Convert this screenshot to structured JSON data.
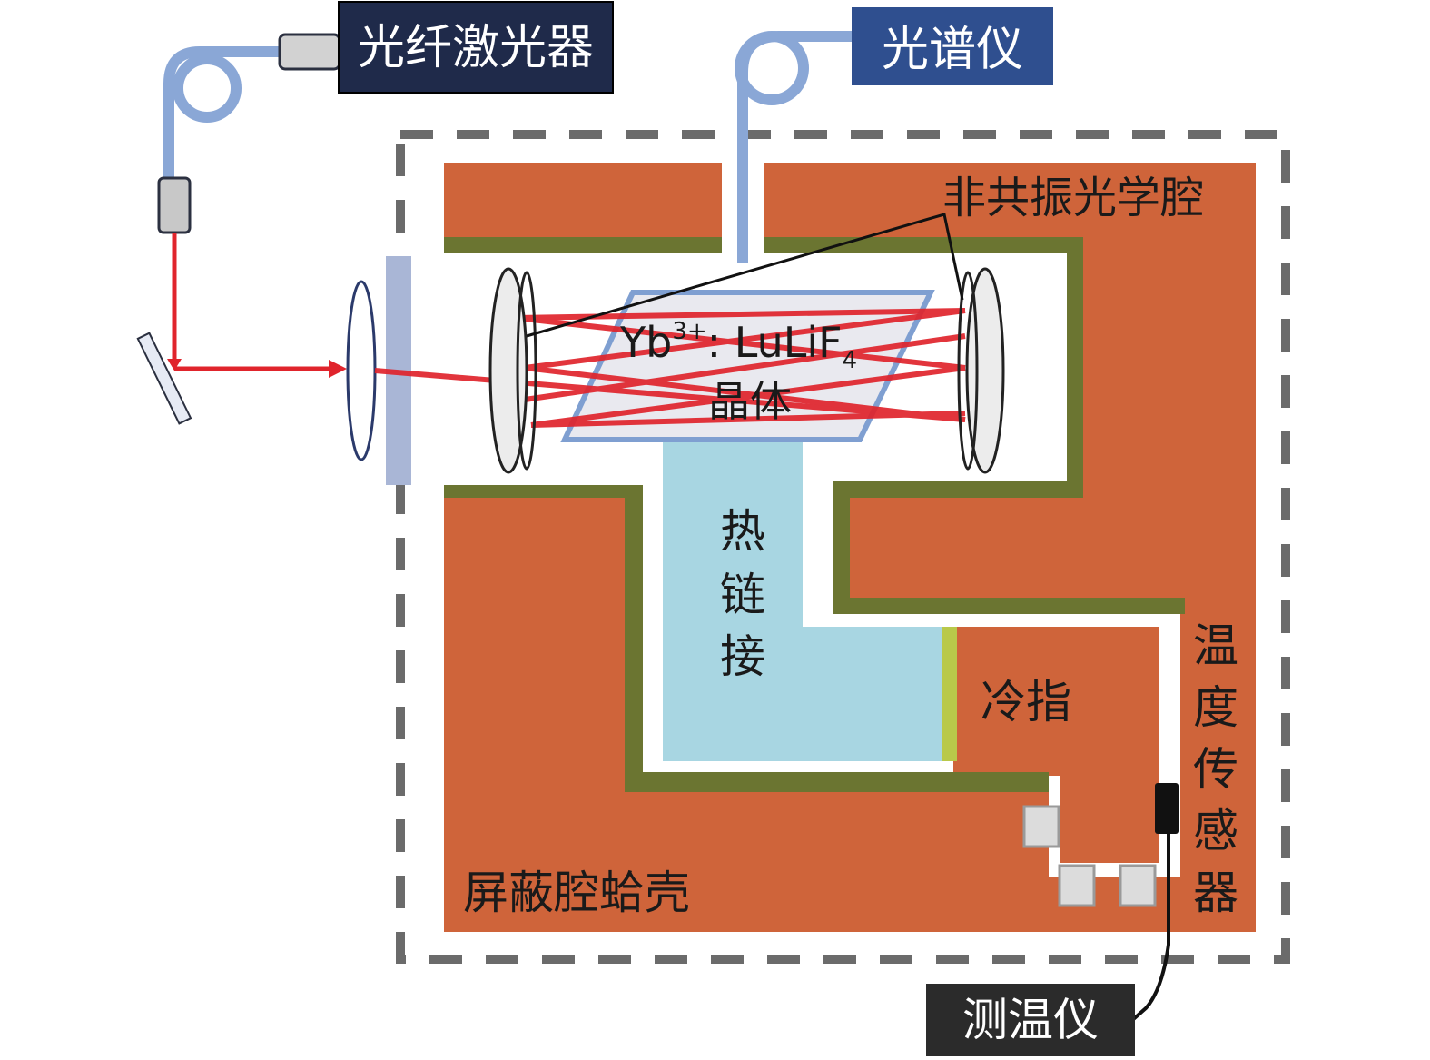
{
  "labels": {
    "fiber_laser": "光纤激光器",
    "spectrometer": "光谱仪",
    "cavity": "非共振光学腔",
    "crystal_line1_main": "Yb",
    "crystal_line1_sup": "3+",
    "crystal_line1_rest": ": LuLiF",
    "crystal_line1_sub": "4",
    "crystal_line2": "晶体",
    "thermal_link_1": "热",
    "thermal_link_2": "链",
    "thermal_link_3": "接",
    "cold_finger": "冷指",
    "temp_sensor_1": "温",
    "temp_sensor_2": "度",
    "temp_sensor_3": "传",
    "temp_sensor_4": "感",
    "temp_sensor_5": "器",
    "shield_shell": "屏蔽腔蛤壳",
    "thermometer": "测温仪"
  },
  "colors": {
    "shield_orange": "#cf643a",
    "dark_green": "#6b7531",
    "thermal_link_blue": "#a8d6e2",
    "fiber_blue": "#8aa7d6",
    "laser_red": "#e0242c",
    "crystal_fill": "#e9e9ef",
    "crystal_edge": "#7f9fd1",
    "label_navy": "#1f2a4a",
    "label_blue": "#2f4f8f",
    "label_dark": "#2b2b2b",
    "dashed_border": "#6b6b6b",
    "cold_finger_contact": "#b9c94a"
  }
}
